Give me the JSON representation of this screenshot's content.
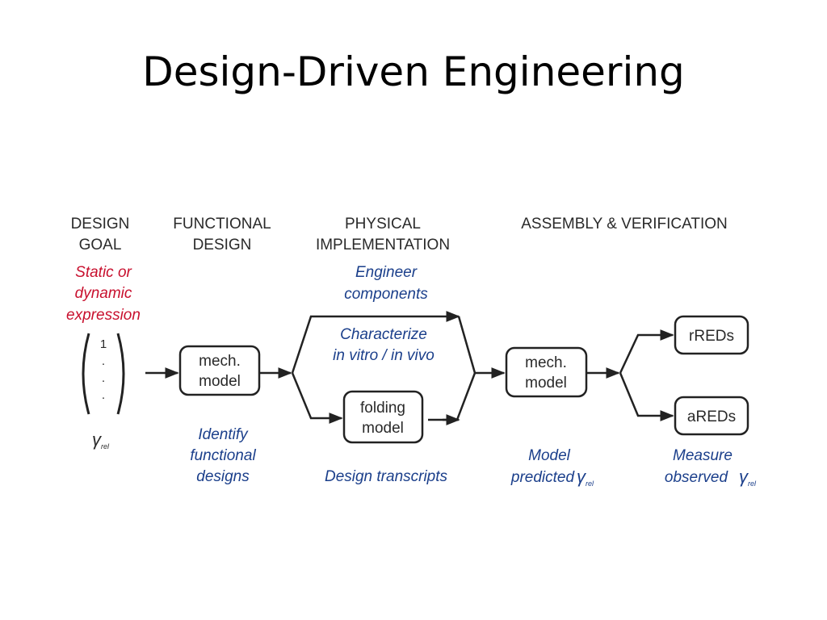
{
  "title": "Design-Driven Engineering",
  "colors": {
    "heading": "#2a2a2a",
    "goal": "#c8102e",
    "annotation": "#1b3f8b"
  },
  "headers": {
    "design_goal": [
      "DESIGN",
      "GOAL"
    ],
    "functional_design": [
      "FUNCTIONAL",
      "DESIGN"
    ],
    "physical_implementation": [
      "PHYSICAL",
      "IMPLEMENTATION"
    ],
    "assembly_verification": "ASSEMBLY & VERIFICATION"
  },
  "goal_text": [
    "Static or",
    "dynamic",
    "expression"
  ],
  "vector": {
    "first": "1",
    "rest": [
      "·",
      "·",
      "·"
    ]
  },
  "gamma_symbol": "γ",
  "gamma_subscript": "rel",
  "boxes": {
    "mech_model_1": [
      "mech.",
      "model"
    ],
    "folding_model": [
      "folding",
      "model"
    ],
    "mech_model_2": [
      "mech.",
      "model"
    ],
    "rreds": "rREDs",
    "areds": "aREDs"
  },
  "annotations": {
    "engineer_components": [
      "Engineer",
      "components"
    ],
    "characterize": [
      "Characterize",
      "in vitro / in vivo"
    ],
    "identify": [
      "Identify",
      "functional",
      "designs"
    ],
    "design_transcripts": "Design transcripts",
    "model_predicted": [
      "Model",
      "predicted"
    ],
    "measure_observed": [
      "Measure",
      "observed"
    ]
  }
}
